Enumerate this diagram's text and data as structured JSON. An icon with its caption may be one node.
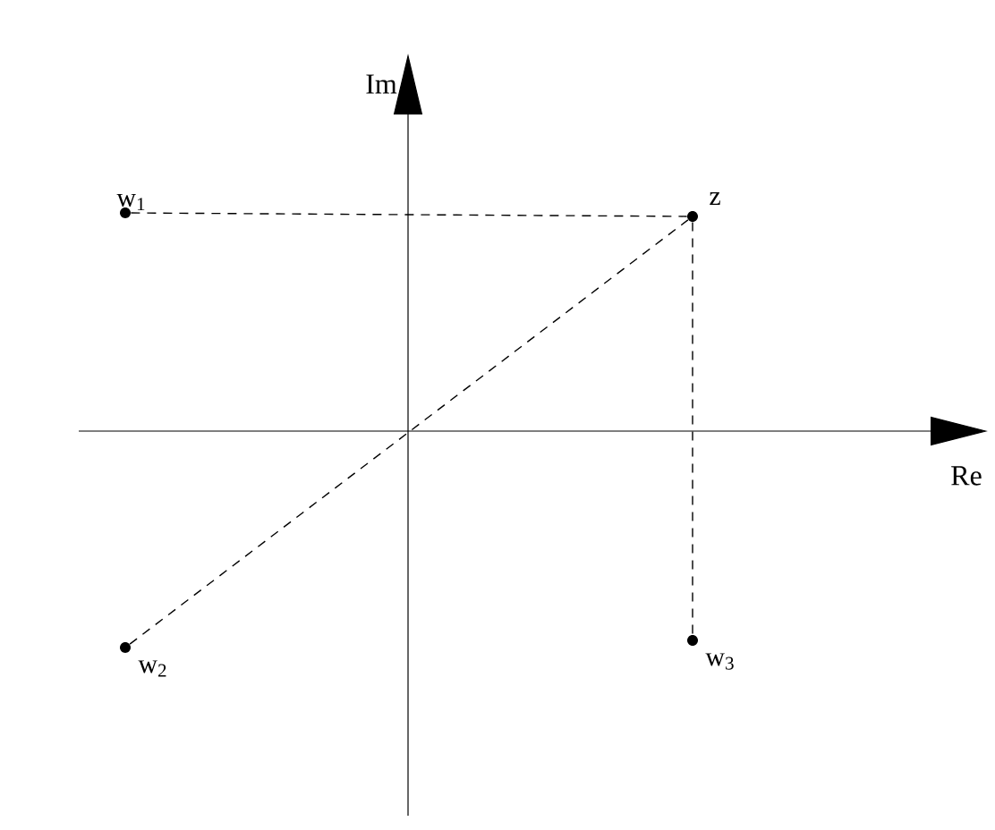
{
  "diagram": {
    "nodes": [
      {
        "text": [],
        "shape": "circle",
        "beside": [
          "w$_{1}$"
        ]
      },
      {
        "text": [],
        "shape": "circle",
        "beside": [
          "z"
        ]
      },
      {
        "text": [],
        "shape": "circle",
        "beside": [
          "w$_{2}$"
        ]
      },
      {
        "text": [],
        "shape": "circle",
        "beside": [
          "w$_{3}$"
        ]
      }
    ],
    "edges": [
      {
        "from": 0,
        "to": 1,
        "arrow": "none",
        "style": "dashed"
      },
      {
        "from": 1,
        "to": 3,
        "arrow": "none",
        "style": "dashed"
      },
      {
        "from": 2,
        "to": 1,
        "arrow": "none",
        "style": "dashed"
      }
    ],
    "labels": [
      "Im",
      "Re"
    ]
  }
}
